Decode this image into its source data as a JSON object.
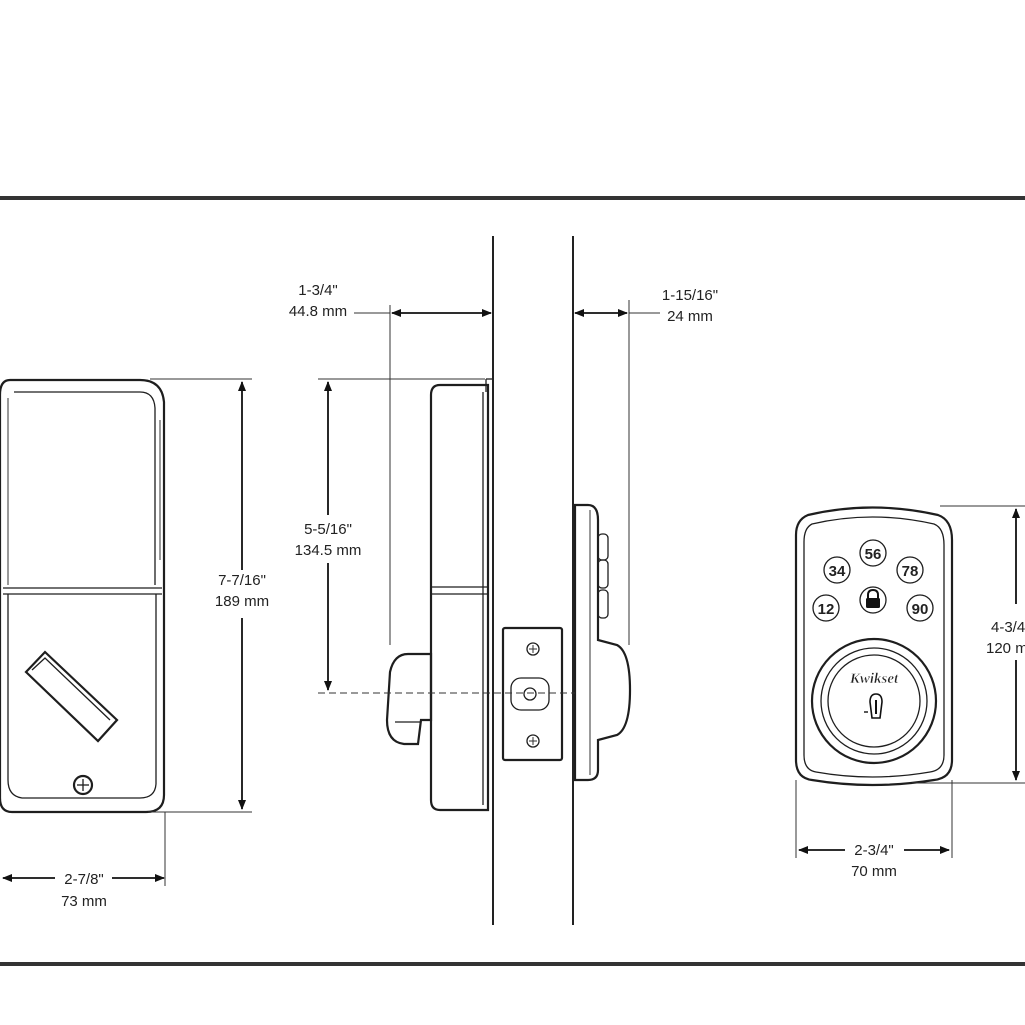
{
  "dimensions": {
    "front_height": {
      "imperial": "7-7/16\"",
      "metric": "189 mm"
    },
    "front_width": {
      "imperial": "2-7/8\"",
      "metric": "73 mm"
    },
    "interior_projection": {
      "imperial": "1-3/4\"",
      "metric": "44.8 mm"
    },
    "bolt_height": {
      "imperial": "5-5/16\"",
      "metric": "134.5 mm"
    },
    "exterior_projection": {
      "imperial": "1-15/16\"",
      "metric": "24 mm"
    },
    "keypad_height": {
      "imperial": "4-3/4",
      "metric": "120 m"
    },
    "keypad_width": {
      "imperial": "2-3/4\"",
      "metric": "70 mm"
    }
  },
  "keypad": {
    "brand": "Kwikset",
    "buttons": [
      "56",
      "34",
      "78",
      "12",
      "90"
    ]
  },
  "icons": [
    "lock-icon",
    "key-icon",
    "screw-icon"
  ]
}
